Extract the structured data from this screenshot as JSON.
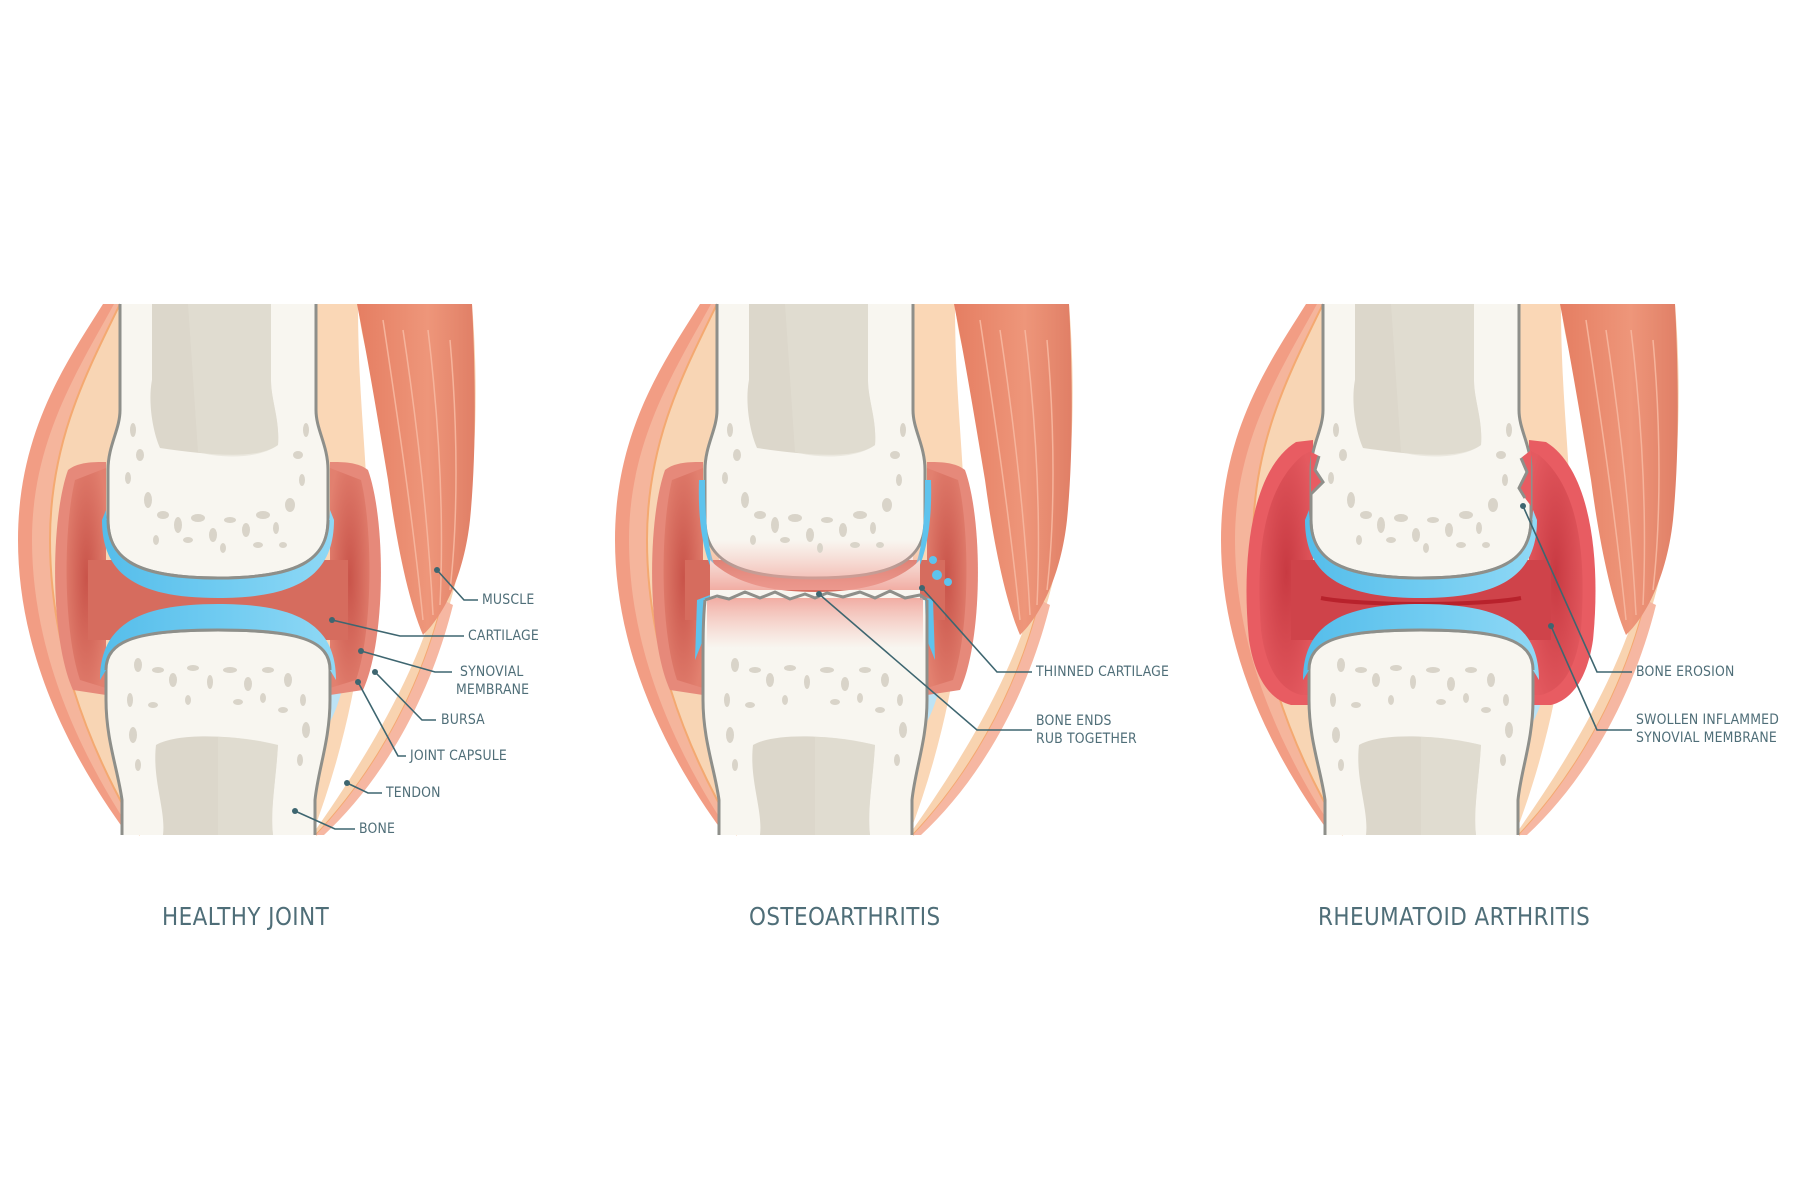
{
  "diagram": {
    "background": "#ffffff",
    "text_color": "#4f6e78",
    "colors": {
      "bone": "#f8f6f0",
      "bone_outline": "#8e8f8a",
      "marrow": "#dcd7cb",
      "spongy_bone": "#d9d4c9",
      "cartilage": "#5ec3ed",
      "synovial_membrane": "#df7767",
      "synovial_membrane_inflamed": "#dc4a52",
      "muscle": "#e8876b",
      "skin": "#f2a48c",
      "tendon_layer": "#f8d3b0",
      "bursa": "#bfe4f5",
      "leader_line": "#3e6670"
    },
    "panels": [
      {
        "id": "healthy",
        "title": "HEALTHY JOINT",
        "labels": [
          {
            "text": "MUSCLE"
          },
          {
            "text": "CARTILAGE"
          },
          {
            "lines": [
              "SYNOVIAL",
              "MEMBRANE"
            ]
          },
          {
            "text": "BURSA"
          },
          {
            "text": "JOINT CAPSULE"
          },
          {
            "text": "TENDON"
          },
          {
            "text": "BONE"
          }
        ]
      },
      {
        "id": "osteoarthritis",
        "title": "OSTEOARTHRITIS",
        "labels": [
          {
            "text": "THINNED CARTILAGE"
          },
          {
            "lines": [
              "BONE ENDS",
              "RUB TOGETHER"
            ]
          }
        ]
      },
      {
        "id": "rheumatoid",
        "title": "RHEUMATOID ARTHRITIS",
        "labels": [
          {
            "text": "BONE EROSION"
          },
          {
            "lines": [
              "SWOLLEN INFLAMMED",
              "SYNOVIAL MEMBRANE"
            ]
          }
        ]
      }
    ]
  }
}
